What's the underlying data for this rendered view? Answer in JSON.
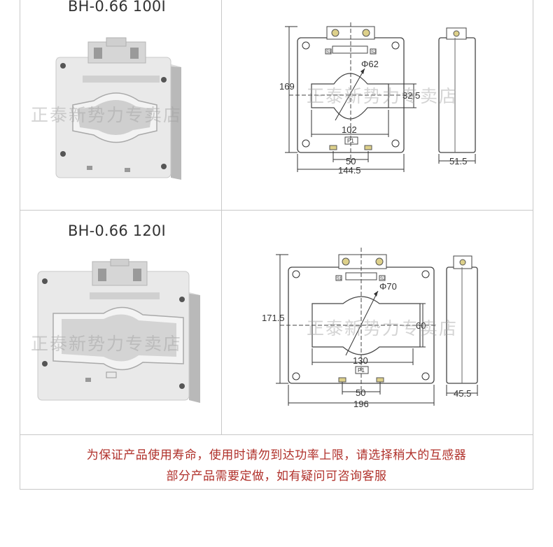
{
  "products": [
    {
      "model": "BH-0.66 100I",
      "dims": {
        "height": "169",
        "window_height": "32.5",
        "window_width": "102",
        "bore": "Φ62",
        "bolt_spacing": "50",
        "width": "144.5",
        "depth": "51.5"
      },
      "marks": {
        "s1": "S1",
        "s2": "S2",
        "p1": "P1"
      }
    },
    {
      "model": "BH-0.66 120I",
      "dims": {
        "height": "171.5",
        "window_height": "60",
        "window_width": "130",
        "bore": "Φ70",
        "bolt_spacing": "50",
        "width": "196",
        "depth": "45.5"
      },
      "marks": {
        "s1": "S1",
        "s2": "S2",
        "p1": "P1"
      }
    }
  ],
  "watermark": "正泰新势力专卖店",
  "notice": {
    "line1": "为保证产品使用寿命，使用时请勿到达功率上限，请选择稍大的互感器",
    "line2": "部分产品需要定做，如有疑问可咨询客服"
  }
}
